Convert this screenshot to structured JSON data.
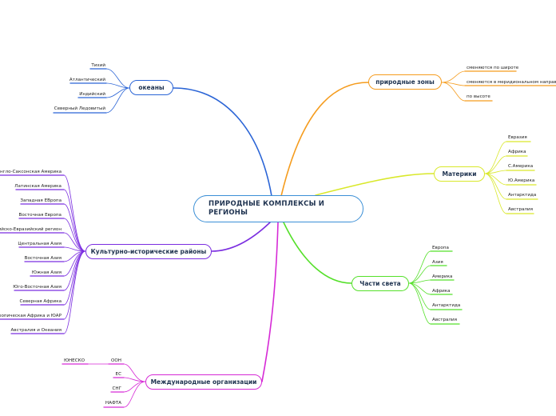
{
  "central": {
    "title": "ПРИРОДНЫЕ КОМПЛЕКСЫ И РЕГИОНЫ"
  },
  "branches": {
    "oceans": {
      "label": "океаны",
      "color": "#2a64d6",
      "children": [
        "Тихий",
        "Атлантический",
        "Индийский",
        "Северный Ледовитый"
      ]
    },
    "zones": {
      "label": "природные зоны",
      "color": "#f59c1e",
      "children": [
        "сменяются по широте",
        "сменяются в меридиональном направлении",
        "по высоте"
      ]
    },
    "continents": {
      "label": "Материки",
      "color": "#d9e82a",
      "children": [
        "Евразия",
        "Африка",
        "С.Америка",
        "Ю.Америка",
        "Антарктида",
        "Австралия"
      ]
    },
    "parts": {
      "label": "Части света",
      "color": "#55e02a",
      "children": [
        "Европа",
        "Азия",
        "Америка",
        "Африка",
        "Антарктида",
        "Австралия"
      ]
    },
    "cultural": {
      "label": "Культурно-исторические районы",
      "color": "#7b2ee0",
      "children": [
        "Англо-Саксонская Америка",
        "Латинская Америка",
        "Западная ЕВропа",
        "Восточная Европа",
        "Российско-Евразийский регион",
        "Центральная Азия",
        "Восточная Азия",
        "Южная Азия",
        "Юго-Восточная Азия",
        "Северная Африка",
        "Тропическая Африка и ЮАР",
        "Австралия и Океания"
      ]
    },
    "orgs": {
      "label": "Международные организации",
      "color": "#d62ad6",
      "children": [
        "ООН",
        "ЕС",
        "СНГ",
        "НАФТА"
      ],
      "subchildren": [
        "ЮНЕСКО"
      ]
    }
  }
}
